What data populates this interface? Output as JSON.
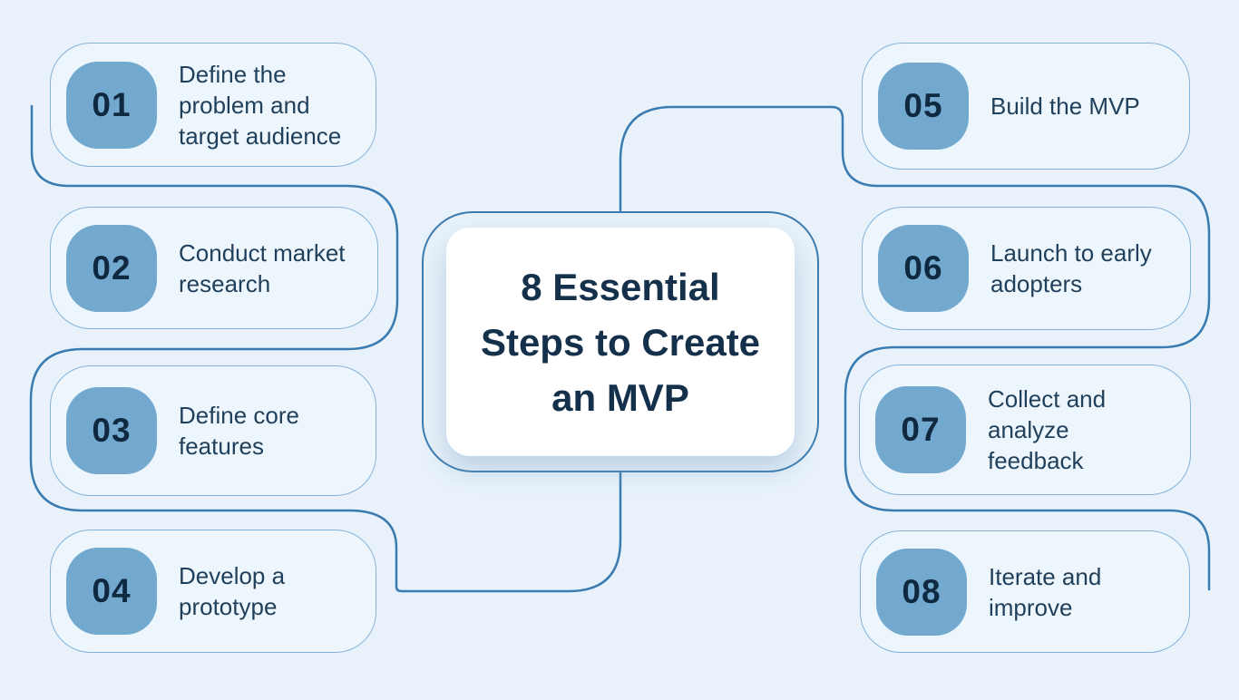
{
  "diagram": {
    "title": "8 Essential\nSteps to Create\nan MVP",
    "steps": [
      {
        "number": "01",
        "label": "Define the\nproblem and\ntarget audience",
        "side": "left"
      },
      {
        "number": "02",
        "label": "Conduct market\nresearch",
        "side": "left"
      },
      {
        "number": "03",
        "label": "Define core\nfeatures",
        "side": "left"
      },
      {
        "number": "04",
        "label": "Develop a\nprototype",
        "side": "left"
      },
      {
        "number": "05",
        "label": "Build the MVP",
        "side": "right"
      },
      {
        "number": "06",
        "label": "Launch to early\nadopters",
        "side": "right"
      },
      {
        "number": "07",
        "label": "Collect and\nanalyze\nfeedback",
        "side": "right"
      },
      {
        "number": "08",
        "label": "Iterate and\nimprove",
        "side": "right"
      }
    ],
    "colors": {
      "background": "#e9f2fa",
      "box_fill": "#eef6fd",
      "box_border": "#85b3d8",
      "connector_line": "#3a7cb1",
      "badge_fill": "#74a9cf",
      "badge_text": "#0f2940",
      "step_text": "#1f3f5a",
      "title_text": "#15304a",
      "center_card_fill": "#ffffff"
    }
  }
}
